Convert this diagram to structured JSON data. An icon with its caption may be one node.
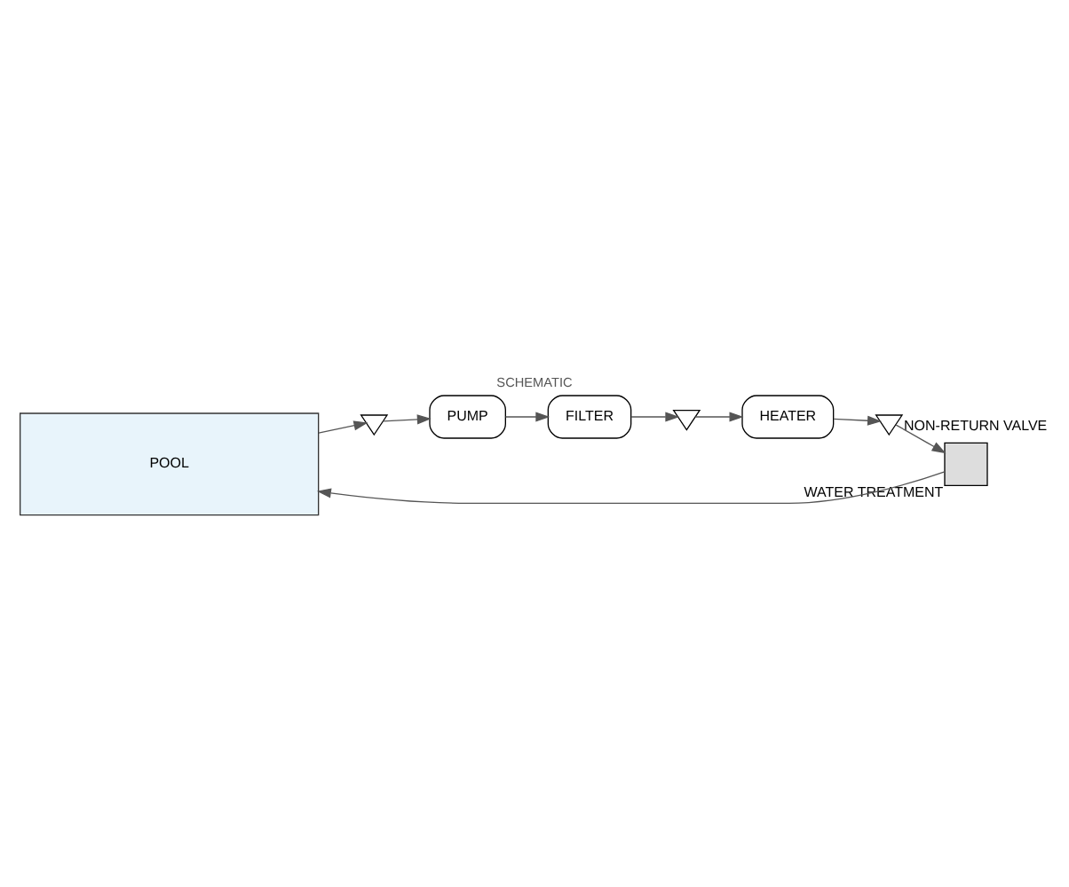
{
  "diagram": {
    "title": "SCHEMATIC",
    "nodes": [
      {
        "text": [
          "POOL"
        ]
      },
      {
        "text": [],
        "shape": "valve"
      },
      {
        "text": [
          "PUMP"
        ]
      },
      {
        "text": [
          "FILTER"
        ]
      },
      {
        "text": [],
        "shape": "valve"
      },
      {
        "text": [
          "HEATER"
        ]
      },
      {
        "text": [],
        "shape": "valve",
        "beside": [
          "NON-RETURN VALVE"
        ]
      },
      {
        "text": [],
        "shape": "box",
        "beside": [
          "WATER TREATMENT"
        ]
      }
    ],
    "edges": [
      {
        "from": 0,
        "to": 1,
        "arrow": "to"
      },
      {
        "from": 1,
        "to": 2,
        "arrow": "to"
      },
      {
        "from": 2,
        "to": 3,
        "arrow": "to"
      },
      {
        "from": 3,
        "to": 4,
        "arrow": "to"
      },
      {
        "from": 4,
        "to": 5,
        "arrow": "to"
      },
      {
        "from": 5,
        "to": 6,
        "arrow": "to"
      },
      {
        "from": 6,
        "to": 7,
        "arrow": "to"
      },
      {
        "from": 7,
        "to": 0,
        "arrow": "to"
      }
    ]
  }
}
